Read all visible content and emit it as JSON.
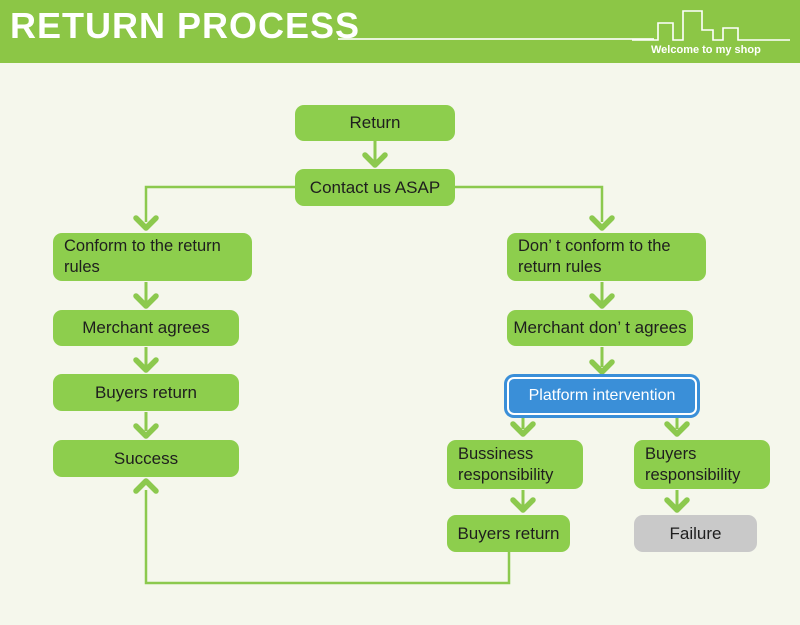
{
  "colors": {
    "header_green": "#8cc646",
    "box_green": "#8dce4d",
    "arrow_green": "#8cc94e",
    "accent_blue": "#3a8fd8",
    "gray": "#c9c9c9",
    "background": "#f5f7ec",
    "text_dark": "#1e1e1e"
  },
  "header": {
    "title": "RETURN PROCESS",
    "tagline": "Welcome to my shop",
    "logo_icon": "city-skyline-icon"
  },
  "nodes": {
    "return": {
      "label": "Return"
    },
    "contact": {
      "label": "Contact us ASAP"
    },
    "conform": {
      "label": "Conform to the return rules"
    },
    "merchant_agrees": {
      "label": "Merchant agrees"
    },
    "buyers_return_left": {
      "label": "Buyers return"
    },
    "success": {
      "label": "Success"
    },
    "dont_conform": {
      "label": "Don’ t conform to the return rules"
    },
    "merchant_dont_agrees": {
      "label": "Merchant don’ t agrees"
    },
    "platform_intervention": {
      "label": "Platform intervention"
    },
    "business_responsibility": {
      "label": "Bussiness responsibility"
    },
    "buyers_responsibility": {
      "label": "Buyers responsibility"
    },
    "buyers_return_right": {
      "label": "Buyers return"
    },
    "failure": {
      "label": "Failure"
    }
  }
}
